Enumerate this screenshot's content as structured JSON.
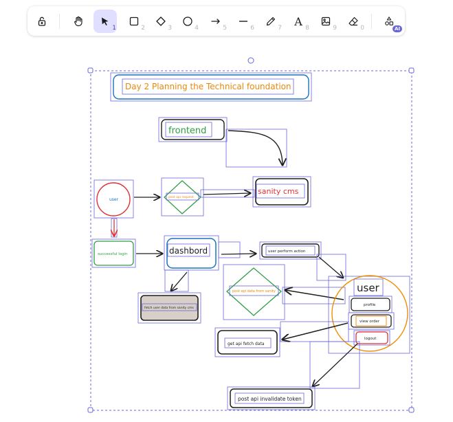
{
  "toolbar": {
    "tools": [
      {
        "name": "lock",
        "key": ""
      },
      {
        "name": "hand",
        "key": ""
      },
      {
        "name": "selection",
        "key": "1"
      },
      {
        "name": "rectangle",
        "key": "2"
      },
      {
        "name": "diamond",
        "key": "3"
      },
      {
        "name": "ellipse",
        "key": "4"
      },
      {
        "name": "arrow",
        "key": "5"
      },
      {
        "name": "line",
        "key": "6"
      },
      {
        "name": "draw",
        "key": "7"
      },
      {
        "name": "text",
        "key": "8"
      },
      {
        "name": "image",
        "key": "9"
      },
      {
        "name": "eraser",
        "key": "0"
      },
      {
        "name": "more-tools",
        "key": ""
      }
    ],
    "ai_badge": "AI",
    "text_tool_glyph": "A",
    "active_tool": "selection"
  },
  "canvas": {
    "title": "Day 2 Planning the Technical foundation",
    "frontend": "frontend",
    "user_circle": "user",
    "post_api_request": "post api request",
    "sanity_cms": "sanity cms",
    "successful_login": "successful login",
    "dashbord": "dashbord",
    "user_perform_action": "user perform action",
    "fetch_user_data": "fetch user data from sanity cms",
    "post_api_data": "post api data from sanity",
    "user_menu_title": "user",
    "profile": "profile",
    "view_order": "view order",
    "logout": "logout",
    "get_api_fetch": "get api fetch data",
    "post_api_invalidate": "post api invalidate token"
  },
  "colors": {
    "accent": "#6965db",
    "selection": "#6965db",
    "title_text": "#e8890c",
    "title_border": "#1971c2",
    "frontend_text": "#2f9e44",
    "sanity_text": "#e03131",
    "user_circle": "#e03131",
    "orange_circle": "#f08c00",
    "green": "#2f9e44",
    "blue": "#1971c2",
    "fetch_fill": "#d8d0c8"
  }
}
